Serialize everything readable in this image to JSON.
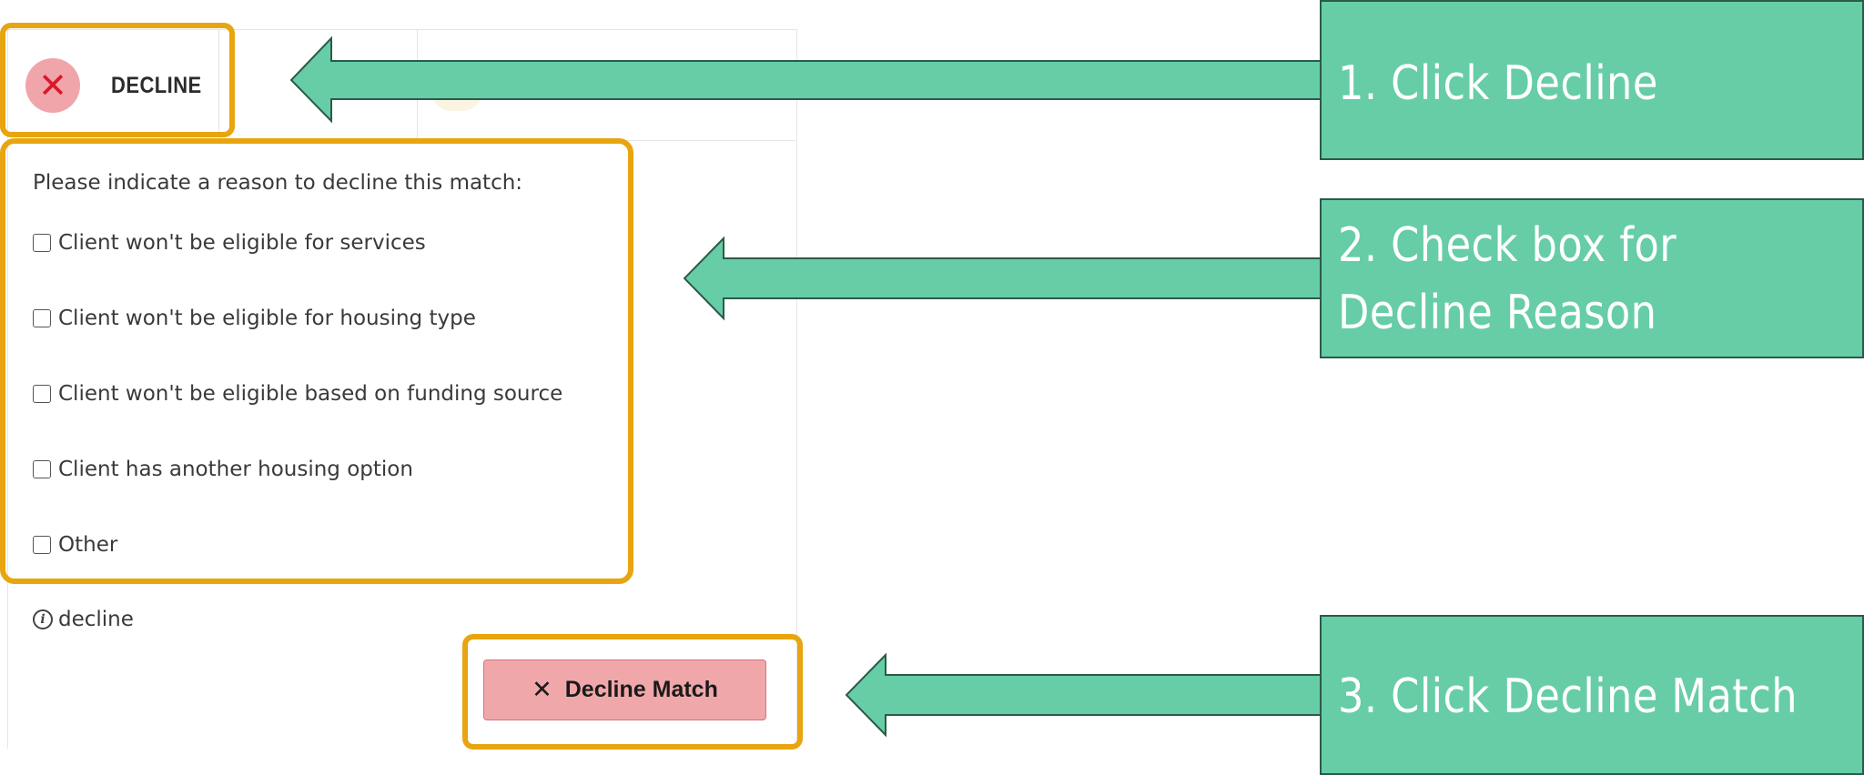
{
  "decline_tab": {
    "label": "DECLINE",
    "icon": "x-circle-icon"
  },
  "reason_form": {
    "prompt": "Please indicate a reason to decline this match:",
    "options": [
      "Client won't be eligible for services",
      "Client won't be eligible for housing type",
      "Client won't be eligible based on funding source",
      "Client has another housing option",
      "Other"
    ]
  },
  "info": {
    "text": "decline",
    "icon": "info-icon"
  },
  "decline_match_button": {
    "label": "Decline Match",
    "icon": "x-icon"
  },
  "callouts": {
    "step1": "1. Click Decline",
    "step2_line1": "2. Check box for",
    "step2_line2": "Decline Reason",
    "step3": "3. Click Decline Match"
  },
  "colors": {
    "highlight": "#e8a50f",
    "callout_fill": "#66cda7",
    "callout_border": "#2c5a48",
    "decline_red": "#d9182a",
    "decline_pink": "#f0a5aa"
  }
}
